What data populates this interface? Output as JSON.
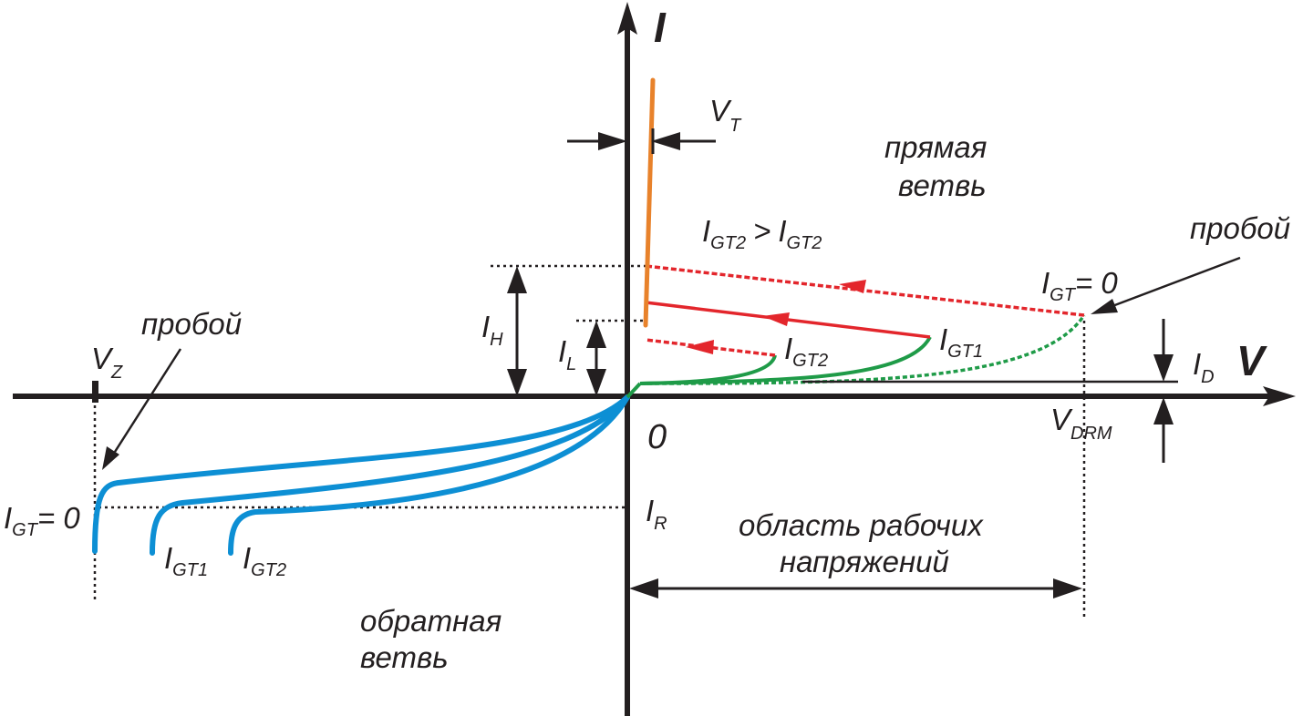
{
  "axes": {
    "current": "I",
    "voltage": "V",
    "origin": "0"
  },
  "labels": {
    "vt": "V",
    "vt_sub": "T",
    "forward_1": "прямая",
    "forward_2": "ветвь",
    "igt_compare_a": "I",
    "igt_compare_a_sub": "GT2",
    "igt_compare_op": ">",
    "igt_compare_b": "I",
    "igt_compare_b_sub": "GT2",
    "breakdown_forward": "пробой",
    "igt0_forward": "I",
    "igt0_forward_sub": "GT",
    "igt0_forward_eq": "= 0",
    "ih": "I",
    "ih_sub": "H",
    "il": "I",
    "il_sub": "L",
    "igt1_forward": "I",
    "igt1_forward_sub": "GT1",
    "igt2_forward": "I",
    "igt2_forward_sub": "GT2",
    "id": "I",
    "id_sub": "D",
    "vdrm": "V",
    "vdrm_sub": "DRM",
    "vz": "V",
    "vz_sub": "Z",
    "breakdown_reverse": "пробой",
    "igt0_reverse": "I",
    "igt0_reverse_sub": "GT",
    "igt0_reverse_eq": "= 0",
    "ir": "I",
    "ir_sub": "R",
    "igt1_reverse": "I",
    "igt1_reverse_sub": "GT1",
    "igt2_reverse": "I",
    "igt2_reverse_sub": "GT2",
    "working_1": "область рабочих",
    "working_2": "напряжений",
    "reverse_1": "обратная",
    "reverse_2": "ветвь"
  },
  "colors": {
    "axis": "#231f20",
    "on_state": "#e8822b",
    "return_path": "#e3262c",
    "forward_blocking": "#1f9b48",
    "reverse_curves": "#0d8fd4"
  }
}
